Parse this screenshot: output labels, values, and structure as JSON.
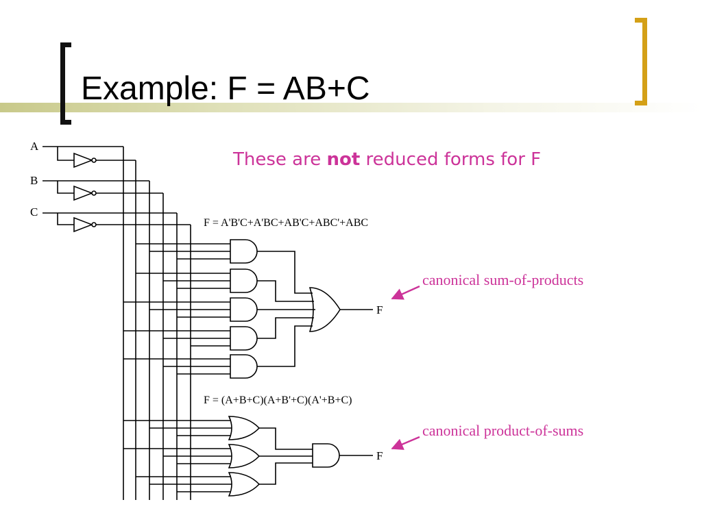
{
  "slide": {
    "title": "Example: F = AB+C",
    "note_prefix": "These are ",
    "note_bold": "not",
    "note_suffix": " reduced forms for F",
    "sop_expression": "F = A'B'C+A'BC+AB'C+ABC'+ABC",
    "pos_expression": "F = (A+B+C)(A+B'+C)(A'+B+C)",
    "sop_label": "canonical sum-of-products",
    "pos_label": "canonical product-of-sums"
  },
  "inputs": [
    "A",
    "B",
    "C"
  ],
  "outputs": {
    "sop": "F",
    "pos": "F"
  },
  "colors": {
    "accent_pink": "#cc3399",
    "bracket_gold": "#d4a017",
    "band": "#c8c98a"
  }
}
